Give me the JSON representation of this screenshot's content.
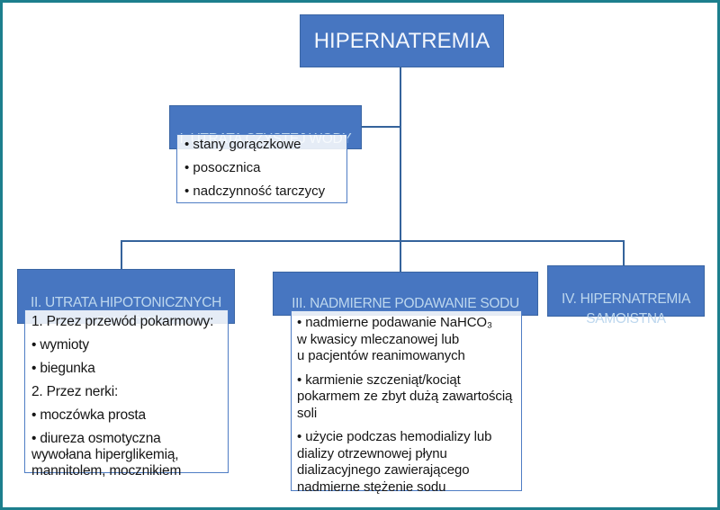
{
  "title": "HIPERNATREMIA",
  "nodes": {
    "box1": {
      "header": "I. UTRATA CZYSTEJ WODY",
      "items": [
        "• stany gorączkowe",
        "• posocznica",
        "• nadczynność tarczycy"
      ]
    },
    "box2": {
      "header": "II. UTRATA HIPOTONICZNYCH\nPŁYNÓW",
      "items": [
        "1. Przez przewód pokarmowy:",
        "• wymioty",
        "• biegunka",
        "2. Przez nerki:",
        "• moczówka prosta",
        "• diureza osmotyczna\nwywołana hiperglikemią,\nmannitolem, mocznikiem"
      ]
    },
    "box3": {
      "header": "III. NADMIERNE PODAWANIE SODU",
      "items": [
        "• nadmierne podawanie NaHCO₃\nw kwasicy mleczanowej lub\nu pacjentów reanimowanych",
        "• karmienie szczeniąt/kociąt\npokarmem ze zbyt dużą zawartością\nsoli",
        "• użycie podczas hemodializy lub\ndializy otrzewnowej płynu\ndializacyjnego zawierającego\nnadmierne stężenie sodu"
      ]
    },
    "box4": {
      "header": "IV. HIPERNATREMIA\nSAMOISTNA"
    }
  },
  "colors": {
    "node_fill": "#4776C1",
    "node_border": "#3A65A3",
    "header_text": "#BDD7EE",
    "title_text": "#F2F6FC",
    "connector": "#35639B",
    "list_border": "#4F7DC4",
    "list_text": "#151515",
    "outer_border": "#1C7F8D"
  }
}
